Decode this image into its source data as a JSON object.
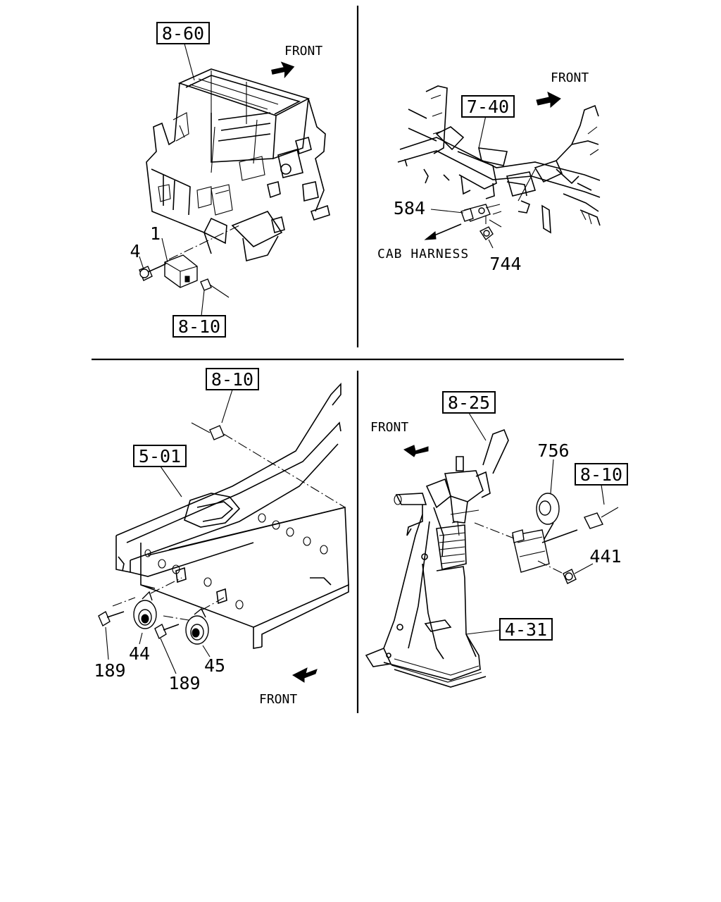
{
  "labels": {
    "ref_8_60": "8-60",
    "ref_8_10_a": "8-10",
    "ref_7_40": "7-40",
    "ref_8_10_b": "8-10",
    "ref_5_01": "5-01",
    "ref_8_25": "8-25",
    "ref_8_10_c": "8-10",
    "ref_4_31": "4-31",
    "part_1": "1",
    "part_4": "4",
    "part_584": "584",
    "part_744": "744",
    "part_44": "44",
    "part_45": "45",
    "part_189_a": "189",
    "part_189_b": "189",
    "part_756": "756",
    "part_441": "441",
    "front_1": "FRONT",
    "front_2": "FRONT",
    "front_3": "FRONT",
    "front_4": "FRONT",
    "cab_harness": "CAB HARNESS"
  }
}
